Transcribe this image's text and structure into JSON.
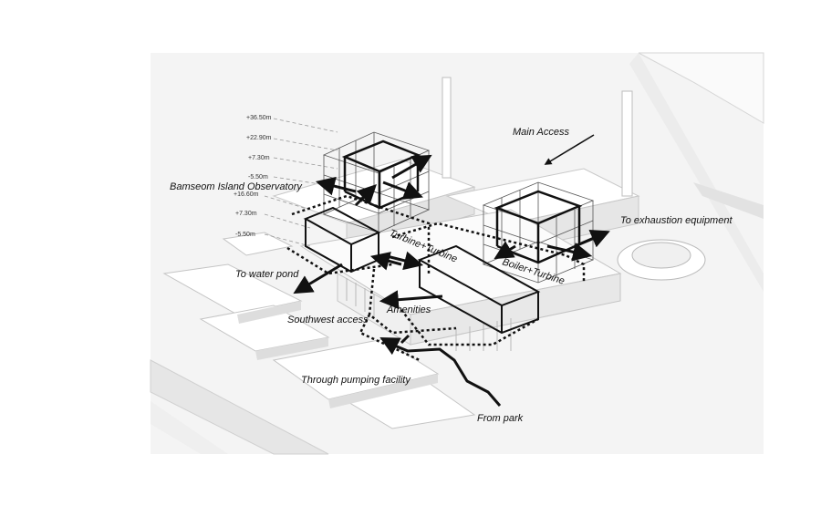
{
  "labels": {
    "main_access": "Main Access",
    "observatory": "Bamseom Island Observatory",
    "exhaustion": "To exhaustion equipment",
    "turbine_turbine": "Turbine+Turbine",
    "boiler_turbine": "Boiler+Turbine",
    "water_pond": "To water pond",
    "amenities": "Amenities",
    "southwest": "Southwest access",
    "pumping": "Through pumping facility",
    "park": "From park"
  },
  "levels_upper": [
    "+36.50m",
    "+22.90m",
    "+7.30m",
    "-5.50m"
  ],
  "levels_lower": [
    "+16.60m",
    "+7.30m",
    "-5.50m"
  ]
}
